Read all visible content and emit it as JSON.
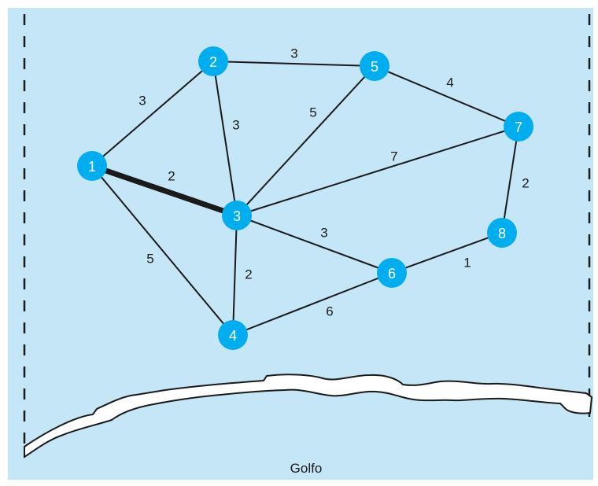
{
  "diagram": {
    "background_color": "#c5e6f7",
    "node_color": "#00aeef",
    "edge_color": "#1a1a1a",
    "caption": "Golfo",
    "nodes": [
      {
        "id": "1",
        "label": "1"
      },
      {
        "id": "2",
        "label": "2"
      },
      {
        "id": "3",
        "label": "3"
      },
      {
        "id": "4",
        "label": "4"
      },
      {
        "id": "5",
        "label": "5"
      },
      {
        "id": "6",
        "label": "6"
      },
      {
        "id": "7",
        "label": "7"
      },
      {
        "id": "8",
        "label": "8"
      }
    ],
    "edges": [
      {
        "from": "1",
        "to": "2",
        "weight": "3",
        "highlighted": false
      },
      {
        "from": "1",
        "to": "3",
        "weight": "2",
        "highlighted": true
      },
      {
        "from": "1",
        "to": "4",
        "weight": "5",
        "highlighted": false
      },
      {
        "from": "2",
        "to": "3",
        "weight": "3",
        "highlighted": false
      },
      {
        "from": "2",
        "to": "5",
        "weight": "3",
        "highlighted": false
      },
      {
        "from": "3",
        "to": "5",
        "weight": "5",
        "highlighted": false
      },
      {
        "from": "3",
        "to": "7",
        "weight": "7",
        "highlighted": false
      },
      {
        "from": "3",
        "to": "4",
        "weight": "2",
        "highlighted": false
      },
      {
        "from": "3",
        "to": "6",
        "weight": "3",
        "highlighted": false
      },
      {
        "from": "4",
        "to": "6",
        "weight": "6",
        "highlighted": false
      },
      {
        "from": "5",
        "to": "7",
        "weight": "4",
        "highlighted": false
      },
      {
        "from": "6",
        "to": "8",
        "weight": "1",
        "highlighted": false
      },
      {
        "from": "7",
        "to": "8",
        "weight": "2",
        "highlighted": false
      }
    ]
  }
}
